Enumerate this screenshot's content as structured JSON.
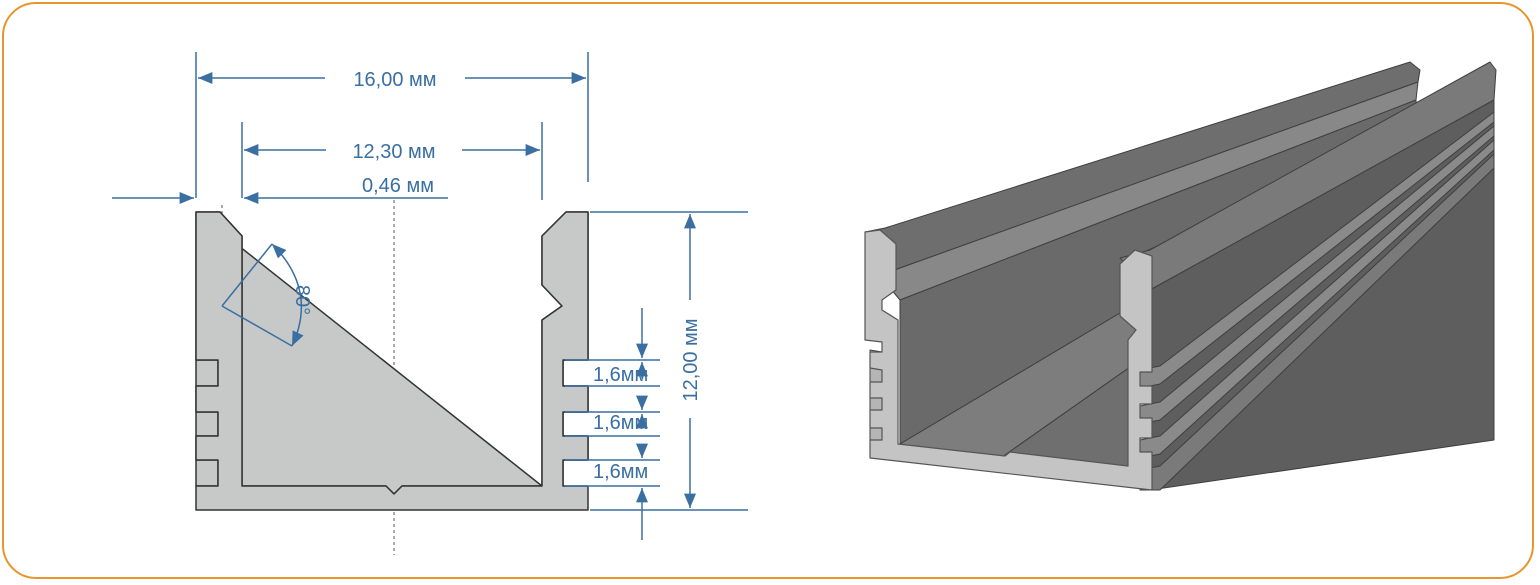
{
  "colors": {
    "frame": "#e8952c",
    "dimension": "#3a6fa2",
    "profile_fill": "#c7c8c8",
    "profile_stroke": "#333333",
    "render_dark": "#5b5b5b",
    "render_mid": "#7a7a7a",
    "render_light": "#bfbfbf"
  },
  "dimensions": {
    "outer_width": "16,00 мм",
    "inner_width": "12,30 мм",
    "wall_thickness": "0,46 мм",
    "height": "12,00 мм",
    "angle": "80°",
    "fin_pitch_1": "1,6мм",
    "fin_pitch_2": "1,6мм",
    "fin_pitch_3": "1,6мм"
  }
}
